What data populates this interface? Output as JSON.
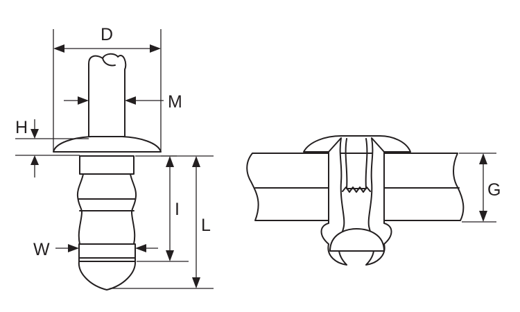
{
  "labels": {
    "D": "D",
    "M": "M",
    "H": "H",
    "I": "I",
    "L": "L",
    "W": "W",
    "G": "G"
  },
  "colors": {
    "line": "#231f20",
    "background": "#ffffff"
  }
}
